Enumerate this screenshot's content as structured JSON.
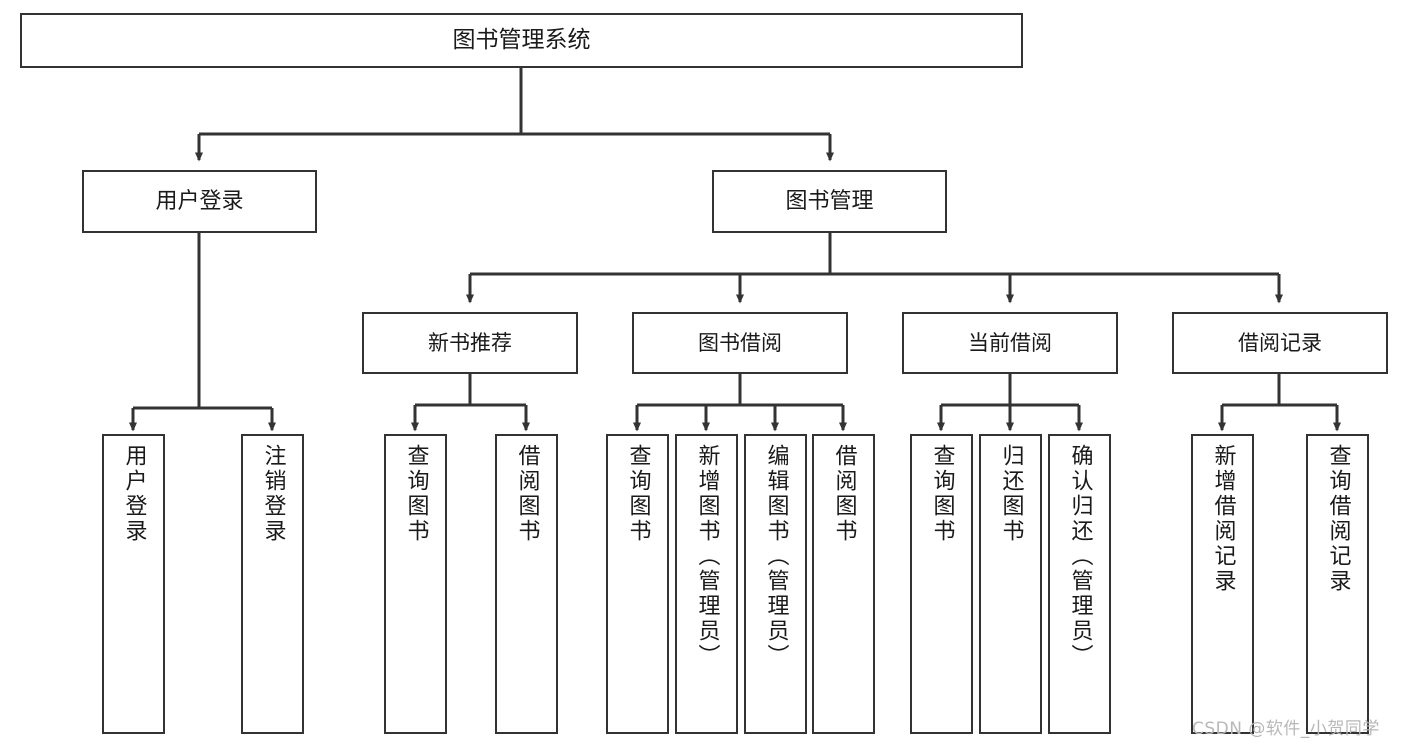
{
  "diagram": {
    "title": "图书管理系统",
    "type": "tree-hierarchy-diagram",
    "colors": {
      "box_border": "#333333",
      "box_fill": "#ffffff",
      "connector": "#333333",
      "text": "#1a1a1a",
      "watermark": "#b8b8b8",
      "background": "#ffffff"
    },
    "root": {
      "label": "图书管理系统"
    },
    "level1": [
      {
        "label": "用户登录"
      },
      {
        "label": "图书管理"
      }
    ],
    "level2": [
      {
        "label": "新书推荐"
      },
      {
        "label": "图书借阅"
      },
      {
        "label": "当前借阅"
      },
      {
        "label": "借阅记录"
      }
    ],
    "leaves": {
      "user_login": [
        {
          "label": "用户登录"
        },
        {
          "label": "注销登录"
        }
      ],
      "new_book_recommend": [
        {
          "label": "查询图书"
        },
        {
          "label": "借阅图书"
        }
      ],
      "book_borrow": [
        {
          "label": "查询图书"
        },
        {
          "label": "新增图书（管理员）"
        },
        {
          "label": "编辑图书（管理员）"
        },
        {
          "label": "借阅图书"
        }
      ],
      "current_borrow": [
        {
          "label": "查询图书"
        },
        {
          "label": "归还图书"
        },
        {
          "label": "确认归还（管理员）"
        }
      ],
      "borrow_record": [
        {
          "label": "新增借阅记录"
        },
        {
          "label": "查询借阅记录"
        }
      ]
    }
  },
  "watermark": {
    "text": "CSDN @软件_小贺同学"
  }
}
